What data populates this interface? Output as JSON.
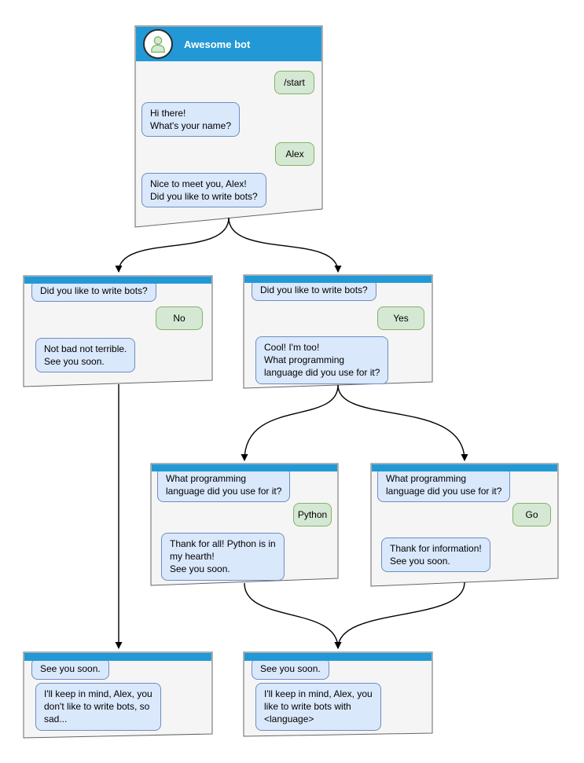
{
  "colors": {
    "header_blue": "#2299d6",
    "window_fill": "#f5f5f5",
    "window_border": "#666666",
    "bot_bubble_fill": "#dae8fc",
    "bot_bubble_border": "#6c8ebf",
    "user_bubble_fill": "#d5e8d4",
    "user_bubble_border": "#82b366",
    "arrow_color": "#000000",
    "header_text": "#ffffff"
  },
  "windows": {
    "main": {
      "title": "Awesome bot",
      "avatar_icon": "person-icon",
      "messages": {
        "start_command": "/start",
        "greeting": "Hi there!\nWhat's your name?",
        "user_name": "Alex",
        "ask_bots": "Nice to meet you, Alex!\nDid you like to write bots?"
      }
    },
    "branch_no": {
      "question": "Did you like to write bots?",
      "answer": "No",
      "reply": "Not bad not terrible.\nSee you soon."
    },
    "branch_yes": {
      "question": "Did you like to write bots?",
      "answer": "Yes",
      "reply": "Cool! I'm too!\nWhat programming\nlanguage did you use for it?"
    },
    "branch_python": {
      "question": "What programming\nlanguage did you use for it?",
      "answer": "Python",
      "reply": "Thank for all! Python is in\nmy hearth!\nSee you soon."
    },
    "branch_go": {
      "question": "What programming\nlanguage did you use for it?",
      "answer": "Go",
      "reply": "Thank for information!\nSee you soon."
    },
    "end_no": {
      "question": "See you soon.",
      "reply": "I'll keep in mind, Alex, you\ndon't like to write bots, so\nsad..."
    },
    "end_yes": {
      "question": "See you soon.",
      "reply": "I'll keep in mind, Alex, you\nlike to write bots with\n<language>"
    }
  }
}
